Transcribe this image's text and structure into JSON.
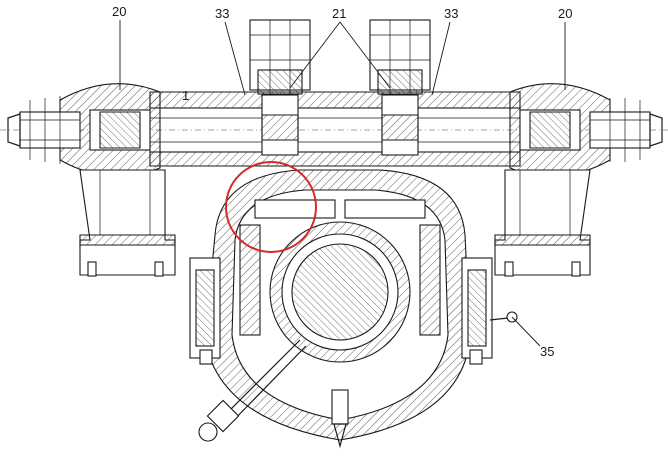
{
  "callouts": {
    "c20_left": "20",
    "c33_left": "33",
    "c21": "21",
    "c33_right": "33",
    "c20_right": "20",
    "c1": "1",
    "c35": "35"
  },
  "colors": {
    "line": "#1a1a1a",
    "highlight_circle": "#d42a2a",
    "background": "#ffffff"
  }
}
